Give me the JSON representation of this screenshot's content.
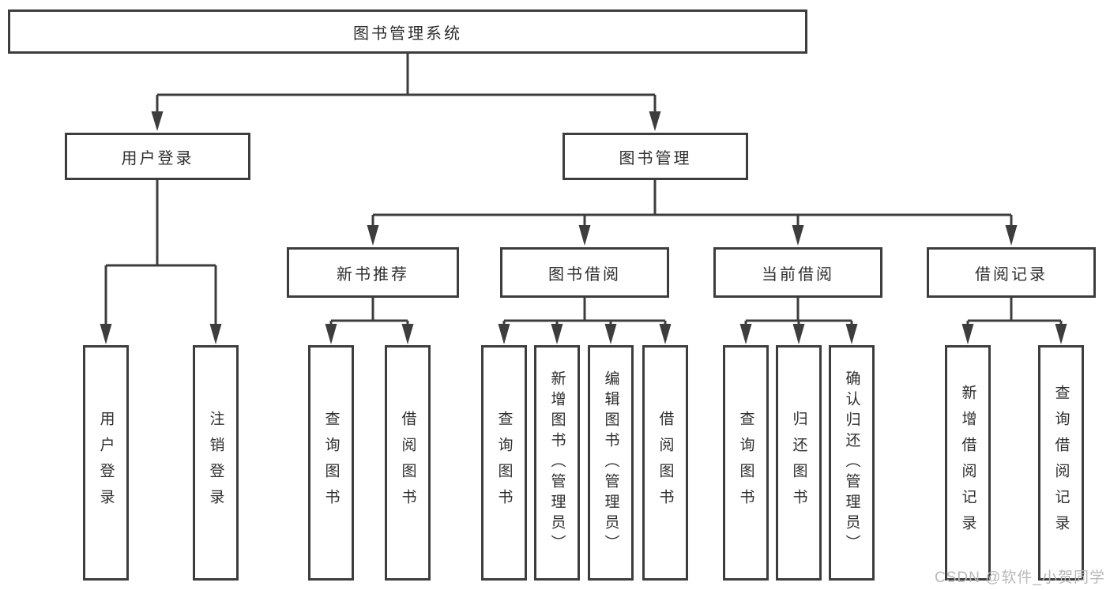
{
  "diagram": {
    "root": {
      "label": "图书管理系统"
    },
    "level2": [
      {
        "label": "用户登录",
        "leaves": [
          {
            "label": "用户登录"
          },
          {
            "label": "注销登录"
          }
        ]
      },
      {
        "label": "图书管理",
        "level3": [
          {
            "label": "新书推荐",
            "leaves": [
              {
                "label": "查询图书"
              },
              {
                "label": "借阅图书"
              }
            ]
          },
          {
            "label": "图书借阅",
            "leaves": [
              {
                "label": "查询图书"
              },
              {
                "label": "新增图书（管理员）"
              },
              {
                "label": "编辑图书（管理员）"
              },
              {
                "label": "借阅图书"
              }
            ]
          },
          {
            "label": "当前借阅",
            "leaves": [
              {
                "label": "查询图书"
              },
              {
                "label": "归还图书"
              },
              {
                "label": "确认归还（管理员）"
              }
            ]
          },
          {
            "label": "借阅记录",
            "leaves": [
              {
                "label": "新增借阅记录"
              },
              {
                "label": "查询借阅记录"
              }
            ]
          }
        ]
      }
    ]
  },
  "watermark": {
    "text": "CSDN @软件_小贺同学"
  },
  "colors": {
    "background": "#ffffff",
    "box_border": "#3d3d3d",
    "connector_line": "#3d3d3d",
    "text": "#2e2e2e",
    "watermark_text": "#b8b8b8"
  }
}
